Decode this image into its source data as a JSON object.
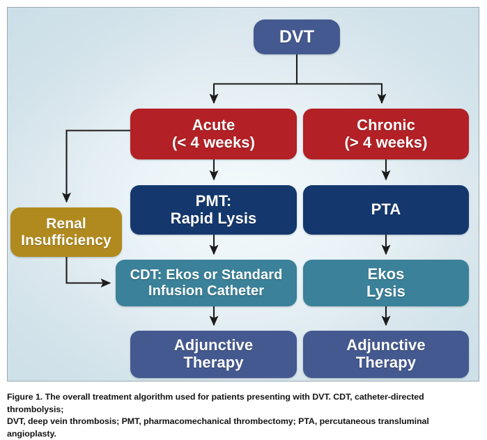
{
  "figure": {
    "caption_line_1": "Figure 1.  The overall treatment algorithm used for patients presenting with DVT. CDT, catheter-directed thrombolysis;",
    "caption_line_2": "DVT, deep vein thrombosis; PMT, pharmacomechanical thrombectomy; PTA, percutaneous transluminal angioplasty."
  },
  "palette": {
    "slate_blue": "#44598f",
    "red": "#b32025",
    "navy": "#14386d",
    "gold": "#b08a1e",
    "teal": "#3a8199",
    "background": "#e4eef3",
    "connector": "#1c1c1c",
    "frame_border": "#9aa7ad",
    "node_text": "#ffffff"
  },
  "diagram": {
    "type": "flowchart",
    "root": "DVT",
    "nodes": [
      {
        "id": "dvt",
        "label": "DVT",
        "color": "#44598f",
        "row": 0,
        "column": "center"
      },
      {
        "id": "acute",
        "label": "Acute\n(< 4 weeks)",
        "color": "#b32025",
        "row": 1,
        "column": "left"
      },
      {
        "id": "chronic",
        "label": "Chronic\n(> 4 weeks)",
        "color": "#b32025",
        "row": 1,
        "column": "right"
      },
      {
        "id": "pmt",
        "label": "PMT:\nRapid Lysis",
        "color": "#14386d",
        "row": 2,
        "column": "left"
      },
      {
        "id": "pta",
        "label": "PTA",
        "color": "#14386d",
        "row": 2,
        "column": "right"
      },
      {
        "id": "renal",
        "label": "Renal\nInsufficiency",
        "color": "#b08a1e",
        "row": 2,
        "column": "far-left"
      },
      {
        "id": "cdt",
        "label": "CDT:  Ekos or Standard\nInfusion Catheter",
        "color": "#3a8199",
        "row": 3,
        "column": "left"
      },
      {
        "id": "ekos",
        "label": "Ekos\nLysis",
        "color": "#3a8199",
        "row": 3,
        "column": "right"
      },
      {
        "id": "adj_left",
        "label": "Adjunctive\nTherapy",
        "color": "#44598f",
        "row": 4,
        "column": "left"
      },
      {
        "id": "adj_right",
        "label": "Adjunctive\nTherapy",
        "color": "#44598f",
        "row": 4,
        "column": "right"
      }
    ],
    "edges": [
      {
        "from": "dvt",
        "to": "acute",
        "style": "split-arrow"
      },
      {
        "from": "dvt",
        "to": "chronic",
        "style": "split-arrow"
      },
      {
        "from": "acute",
        "to": "pmt",
        "style": "straight-arrow"
      },
      {
        "from": "chronic",
        "to": "pta",
        "style": "straight-arrow"
      },
      {
        "from": "acute",
        "to": "renal",
        "style": "elbow-arrow"
      },
      {
        "from": "pmt",
        "to": "cdt",
        "style": "straight-arrow"
      },
      {
        "from": "renal",
        "to": "cdt",
        "style": "elbow-arrow"
      },
      {
        "from": "pta",
        "to": "ekos",
        "style": "straight-arrow"
      },
      {
        "from": "cdt",
        "to": "adj_left",
        "style": "straight-arrow"
      },
      {
        "from": "ekos",
        "to": "adj_right",
        "style": "straight-arrow"
      }
    ]
  }
}
